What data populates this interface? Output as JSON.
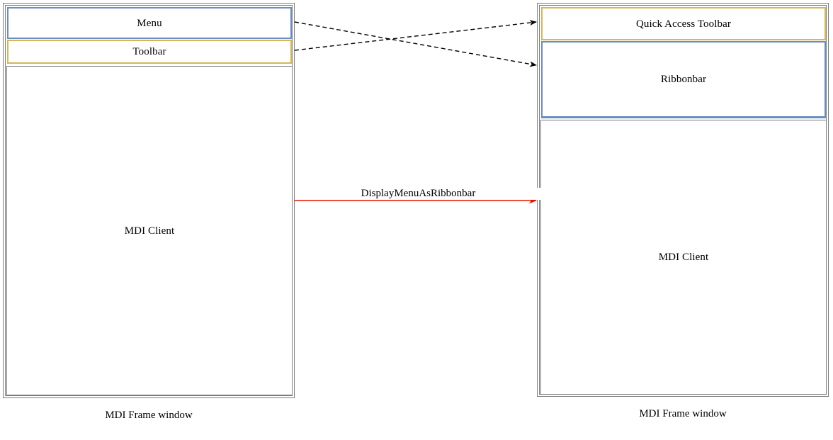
{
  "diagram": {
    "title": "MDI Frame window menu/toolbar to ribbonbar conversion",
    "colors": {
      "menu_border": "#6c8ebf",
      "toolbar_border": "#d6b656",
      "ribbonbar_border": "#6c8ebf",
      "quick_access_border": "#d6b656",
      "frame_border": "#7c7c7c",
      "mdi_client_border": "#7c7c7c",
      "transform_arrow": "#e51400",
      "mapping_arrow": "#000000",
      "background": "#ffffff"
    }
  },
  "left_frame": {
    "caption": "MDI Frame window",
    "regions": [
      {
        "id": "menu",
        "label": "Menu"
      },
      {
        "id": "toolbar",
        "label": "Toolbar"
      },
      {
        "id": "mdi-client",
        "label": "MDI Client"
      }
    ]
  },
  "right_frame": {
    "caption": "MDI Frame window",
    "regions": [
      {
        "id": "quick-access-toolbar",
        "label": "Quick Access Toolbar"
      },
      {
        "id": "ribbonbar",
        "label": "Ribbonbar"
      },
      {
        "id": "mdi-client",
        "label": "MDI Client"
      }
    ]
  },
  "connectors": {
    "transform": {
      "label": "DisplayMenuAsRibbonbar",
      "style": "solid",
      "color": "#e51400",
      "from": "left-frame",
      "to": "right-frame"
    },
    "mappings": [
      {
        "id": "menu-to-ribbonbar",
        "from": "Menu",
        "to": "Ribbonbar",
        "style": "dashed"
      },
      {
        "id": "toolbar-to-quick-access",
        "from": "Toolbar",
        "to": "Quick Access Toolbar",
        "style": "dashed"
      }
    ]
  }
}
